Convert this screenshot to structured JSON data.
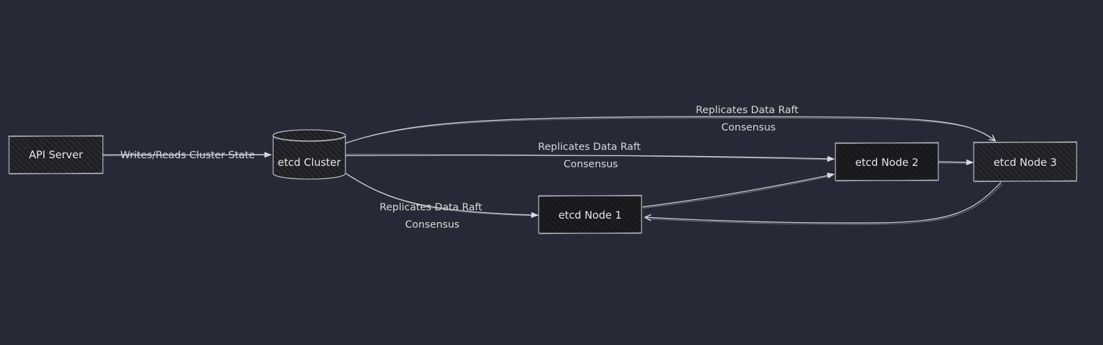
{
  "nodes": {
    "api_server": "API Server",
    "etcd_cluster": "etcd Cluster",
    "etcd_node_1": "etcd Node 1",
    "etcd_node_2": "etcd Node 2",
    "etcd_node_3": "etcd Node 3"
  },
  "edges": {
    "api_to_cluster": "Writes/Reads Cluster State",
    "cluster_to_node1": [
      "Replicates Data Raft",
      "Consensus"
    ],
    "cluster_to_node2": [
      "Replicates Data Raft",
      "Consensus"
    ],
    "cluster_to_node3": [
      "Replicates Data Raft",
      "Consensus"
    ]
  },
  "colors": {
    "background": "#272a36",
    "node_fill": "#1c1d21",
    "node_stroke": "#c9ccd3",
    "edge": "#d7d9de",
    "text": "#e6e7ea"
  }
}
